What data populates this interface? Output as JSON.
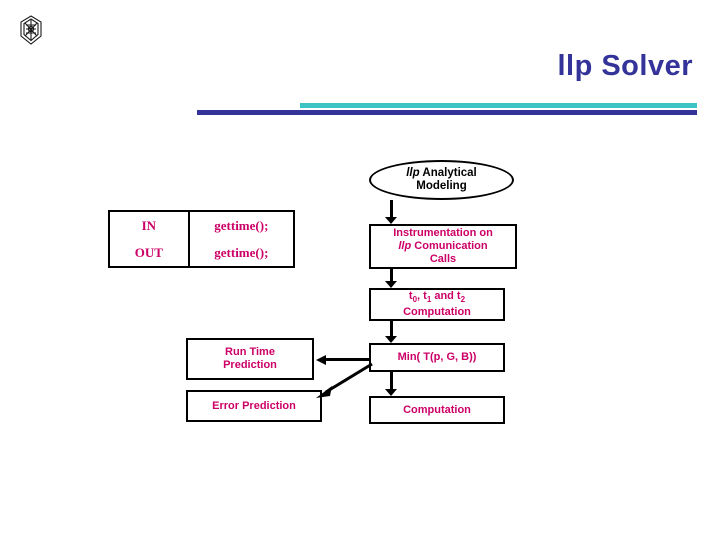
{
  "slide": {
    "title": "llp Solver",
    "logo_icon": "university-crest-icon",
    "rule_teal_color": "#3cc4c4",
    "rule_navy_color": "#333399",
    "title_color": "#333399"
  },
  "instrumentation_table": {
    "columns": [
      "direction",
      "call"
    ],
    "rows": [
      {
        "direction": "IN",
        "call": "gettime();"
      },
      {
        "direction": "OUT",
        "call": "gettime();"
      }
    ]
  },
  "flowchart": {
    "accent_color": "#cc0066",
    "nodes": {
      "analytical": {
        "shape": "ellipse",
        "emphasis": "llp",
        "text": " Analytical",
        "line2": "Modeling"
      },
      "instrumentation": {
        "shape": "rect",
        "line1": "Instrumentation on",
        "emphasis": "llp",
        "line2_rest": "  Comunication",
        "line3": "Calls"
      },
      "tcomp": {
        "shape": "rect",
        "line1_prefix": "t",
        "line1_sub1": "0",
        "line1_mid": ", t",
        "line1_sub2": "1",
        "line1_mid2": " and t",
        "line1_sub3": "2",
        "line2": "Computation"
      },
      "min": {
        "shape": "rect",
        "text": "Min( T(p, G, B))"
      },
      "computation": {
        "shape": "rect",
        "text": "Computation"
      },
      "runtime_prediction": {
        "shape": "rect",
        "line1": "Run Time",
        "line2": "Prediction"
      },
      "error_prediction": {
        "shape": "rect",
        "text": "Error Prediction"
      }
    },
    "connectors": [
      {
        "from": "analytical",
        "to": "instrumentation",
        "direction": "down"
      },
      {
        "from": "instrumentation",
        "to": "tcomp",
        "direction": "down"
      },
      {
        "from": "tcomp",
        "to": "min",
        "direction": "down"
      },
      {
        "from": "min",
        "to": "computation",
        "direction": "down"
      },
      {
        "from": "min",
        "to": "runtime_prediction",
        "direction": "left"
      },
      {
        "from": "computation",
        "to": "error_prediction",
        "direction": "up-left"
      }
    ]
  }
}
